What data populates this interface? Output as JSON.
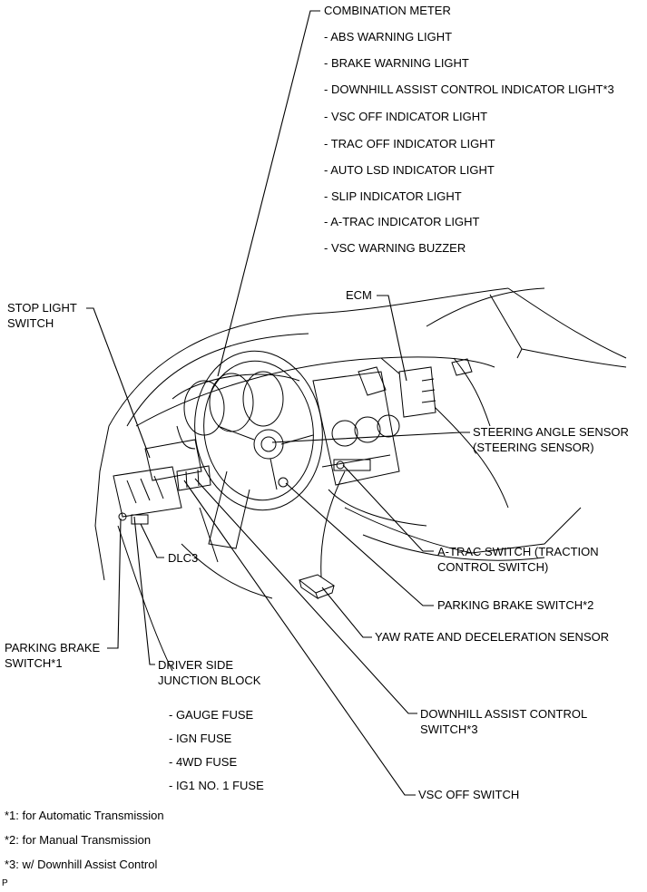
{
  "labels": {
    "combination_meter": "COMBINATION METER",
    "meter_items": [
      "- ABS WARNING LIGHT",
      "- BRAKE WARNING LIGHT",
      "- DOWNHILL ASSIST CONTROL INDICATOR LIGHT*3",
      "- VSC OFF INDICATOR LIGHT",
      "- TRAC OFF INDICATOR LIGHT",
      "- AUTO LSD INDICATOR LIGHT",
      "- SLIP INDICATOR LIGHT",
      "- A-TRAC INDICATOR LIGHT",
      "- VSC WARNING BUZZER"
    ],
    "stop_light_switch": [
      "STOP LIGHT",
      "SWITCH"
    ],
    "ecm": "ECM",
    "steering_angle_sensor": [
      "STEERING ANGLE SENSOR",
      "(STEERING SENSOR)"
    ],
    "dlc3": "DLC3",
    "a_trac_switch": [
      "A-TRAC SWITCH (TRACTION",
      "CONTROL SWITCH)"
    ],
    "parking_brake_switch_2": "PARKING BRAKE SWITCH*2",
    "yaw_rate_sensor": "YAW RATE AND DECELERATION SENSOR",
    "parking_brake_switch_1": [
      "PARKING BRAKE",
      "SWITCH*1"
    ],
    "driver_side_junction_block": [
      "DRIVER SIDE",
      "JUNCTION BLOCK"
    ],
    "fuses": [
      "- GAUGE FUSE",
      "- IGN FUSE",
      "- 4WD FUSE",
      "- IG1 NO. 1 FUSE"
    ],
    "downhill_assist_control_switch": [
      "DOWNHILL ASSIST CONTROL",
      "SWITCH*3"
    ],
    "vsc_off_switch": "VSC OFF SWITCH"
  },
  "footnotes": [
    "*1: for Automatic Transmission",
    "*2: for Manual Transmission",
    "*3: w/ Downhill Assist Control"
  ],
  "corner_mark": "P"
}
